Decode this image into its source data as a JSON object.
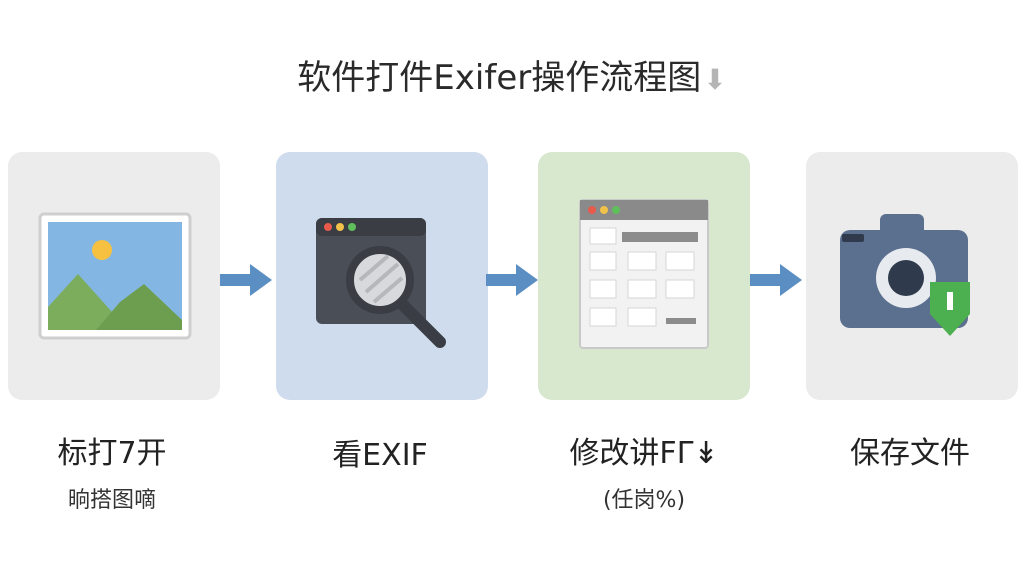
{
  "title": "软件打件Exifer操作流程图",
  "title_arrow_icon": "down-arrow-icon",
  "steps": [
    {
      "label": "标打7开",
      "sublabel": "晌搭图嘀",
      "icon": "image-icon",
      "color": "#ececec"
    },
    {
      "label": "看EXIF",
      "sublabel": "",
      "icon": "magnifier-window-icon",
      "color": "#cfdced"
    },
    {
      "label": "修改讲FΓ↡",
      "sublabel": "(任岗%)",
      "icon": "spreadsheet-icon",
      "color": "#d8e8cf"
    },
    {
      "label": "保存文件",
      "sublabel": "",
      "icon": "camera-save-icon",
      "color": "#ececec"
    }
  ],
  "connector_icon": "right-arrow-icon",
  "colors": {
    "arrow": "#5b8fc4",
    "shield": "#4caf50",
    "camera": "#5b6f8f"
  }
}
